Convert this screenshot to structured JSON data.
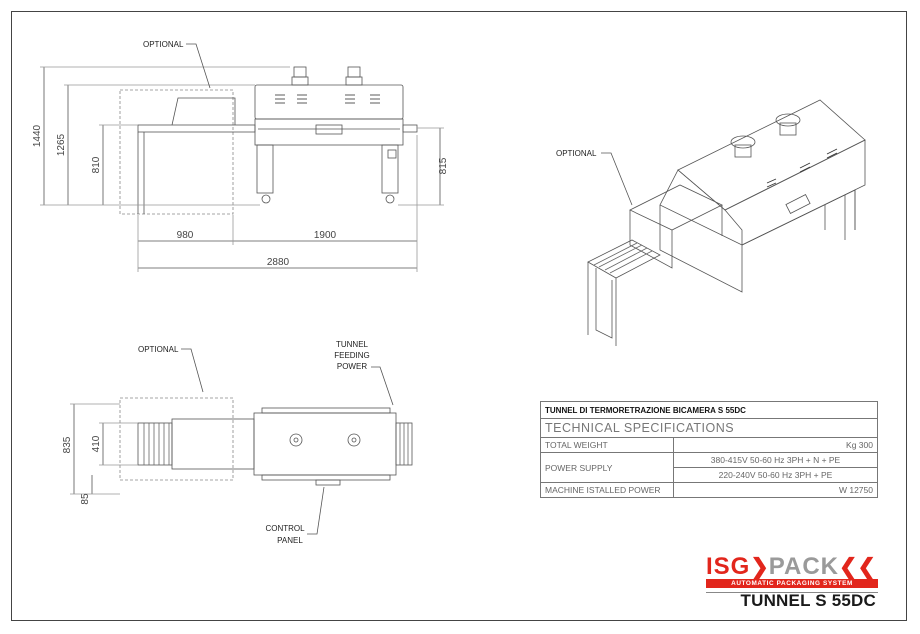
{
  "views": {
    "front": {
      "callout_optional": "OPTIONAL",
      "dims": {
        "total_height": "1440",
        "height_top": "1265",
        "height_belt": "810",
        "height_right": "815",
        "len_optional": "980",
        "len_tunnel": "1900",
        "len_total": "2880"
      }
    },
    "top": {
      "callout_optional": "OPTIONAL",
      "callout_feed": [
        "TUNNEL",
        "FEEDING",
        "POWER"
      ],
      "callout_panel": [
        "CONTROL",
        "PANEL"
      ],
      "dims": {
        "width_total": "835",
        "width_belt": "410",
        "offset": "85"
      }
    },
    "iso": {
      "callout_optional": "OPTIONAL"
    }
  },
  "spec_table": {
    "title": "TUNNEL DI TERMORETRAZIONE BICAMERA S 55DC",
    "heading": "TECHNICAL SPECIFICATIONS",
    "rows": {
      "weight": {
        "label": "TOTAL WEIGHT",
        "value": "Kg 300"
      },
      "power_supply": {
        "label": "POWER SUPPLY",
        "value_1": "380-415V 50-60 Hz 3PH + N + PE",
        "value_2": "220-240V 50-60 Hz 3PH + PE"
      },
      "installed_power": {
        "label": "MACHINE ISTALLED POWER",
        "value": "W 12750"
      }
    }
  },
  "brand": {
    "logo_left": "ISG",
    "logo_right": "PACK",
    "tagline": "AUTOMATIC PACKAGING SYSTEM",
    "model": "TUNNEL S 55DC",
    "colors": {
      "brand_red": "#e2261c",
      "brand_grey": "#9a9a9a"
    }
  }
}
